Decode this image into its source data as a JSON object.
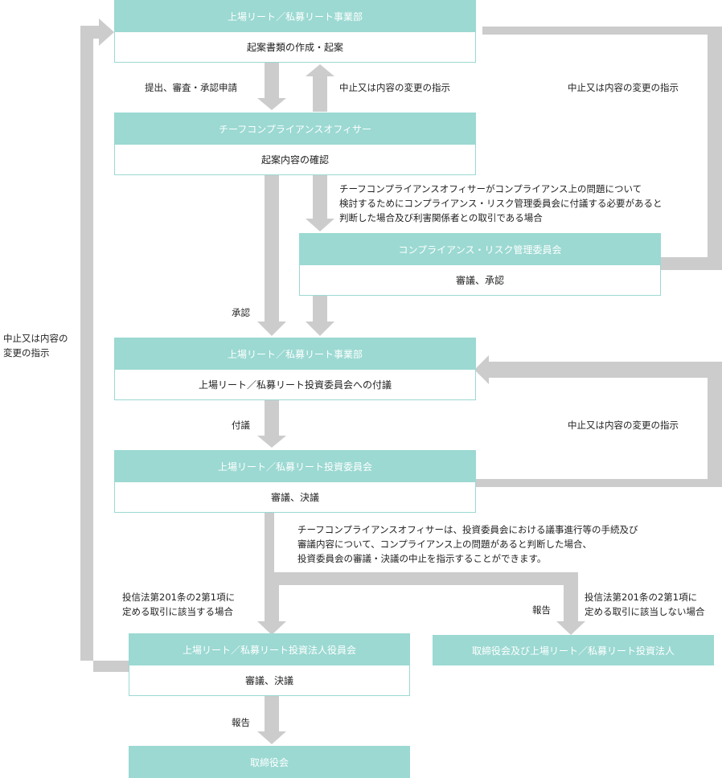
{
  "colors": {
    "box_header": "#9bd9d2",
    "arrow": "#cccccc",
    "text": "#222222"
  },
  "boxes": {
    "dept_top": {
      "title": "上場リート／私募リート事業部",
      "body": "起案書類の作成・起案"
    },
    "cco": {
      "title": "チーフコンプライアンスオフィサー",
      "body": "起案内容の確認"
    },
    "risk_committee": {
      "title": "コンプライアンス・リスク管理委員会",
      "body": "審議、承認"
    },
    "dept_mid": {
      "title": "上場リート／私募リート事業部",
      "body": "上場リート／私募リート投資委員会への付議"
    },
    "invest_committee": {
      "title": "上場リート／私募リート投資委員会",
      "body": "審議、決議"
    },
    "corp_board": {
      "title": "上場リート／私募リート投資法人役員会",
      "body": "審議、決議"
    },
    "report_board": {
      "title": "取締役会及び上場リート／私募リート投資法人"
    },
    "board_final": {
      "title": "取締役会"
    }
  },
  "labels": {
    "submit": "提出、審査・承認申請",
    "stop_change_1": "中止又は内容の変更の指示",
    "stop_change_right_top": "中止又は内容の変更の指示",
    "cco_condition": "チーフコンプライアンスオフィサーがコンプライアンス上の問題について\n検討するためにコンプライアンス・リスク管理委員会に付議する必要があると\n判断した場合及び利害関係者との取引である場合",
    "approval": "承認",
    "left_stop_change": "中止又は内容の\n変更の指示",
    "submit_agenda": "付議",
    "stop_change_right_mid": "中止又は内容の変更の指示",
    "cco_power": "チーフコンプライアンスオフィサーは、投資委員会における議事進行等の手続及び\n審議内容について、コンプライアンス上の問題があると判断した場合、\n投資委員会の審議・決議の中止を指示することができます。",
    "case_applicable": "投信法第201条の2第1項に\n定める取引に該当する場合",
    "report_right": "報告",
    "case_not_applicable": "投信法第201条の2第1項に\n定める取引に該当しない場合",
    "report_bottom": "報告"
  }
}
